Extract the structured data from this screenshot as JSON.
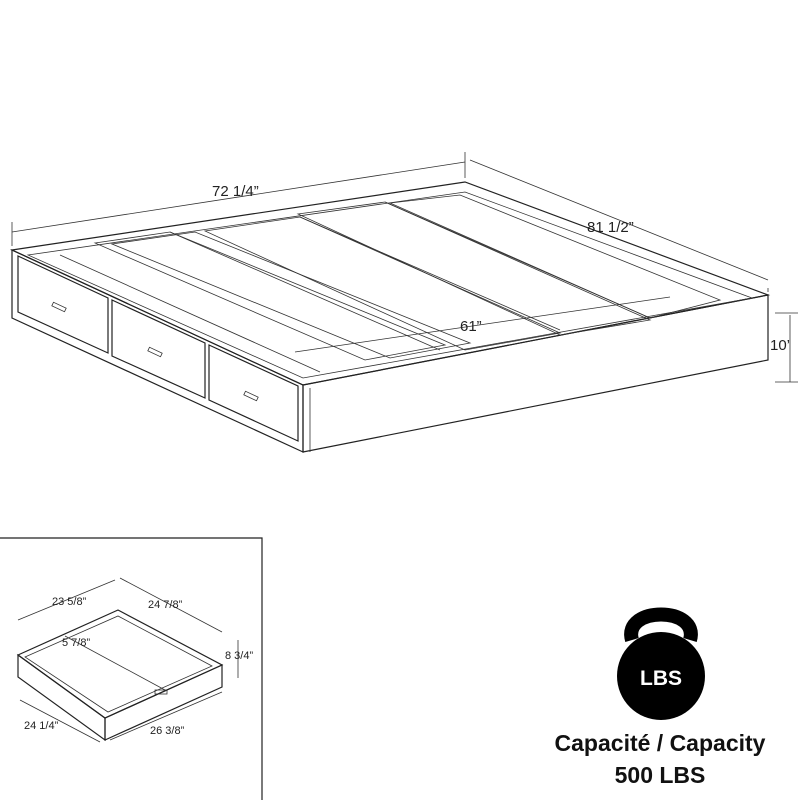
{
  "bed": {
    "width_label": "72 1/4”",
    "length_label": "81 1/2”",
    "height_label": "10’",
    "inner_label": "61”"
  },
  "drawer": {
    "depth_label": "23 5/8”",
    "width_label": "24 7/8”",
    "inner_height_label": "5 7/8”",
    "height_label": "8 3/4”",
    "front_label": "24 1/4”",
    "side_label": "26 3/8”"
  },
  "capacity": {
    "badge": "LBS",
    "line1": "Capacité / Capacity",
    "line2": "500 LBS"
  }
}
